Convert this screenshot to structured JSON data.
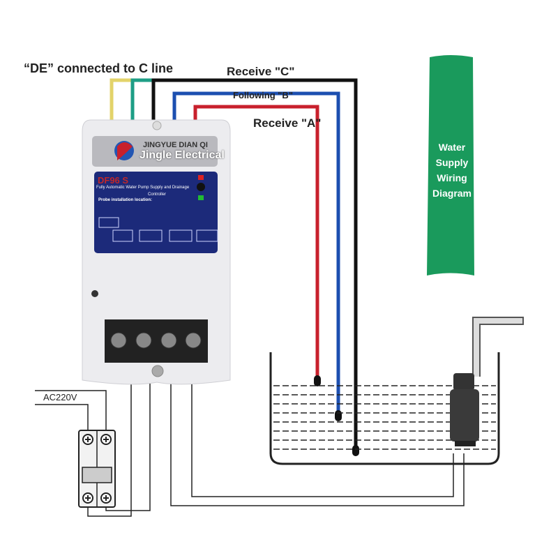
{
  "labels": {
    "de_note": "“DE” connected to C line",
    "receive_c": "Receive \"C\"",
    "following_b": "Following \"B\"",
    "receive_a": "Receive \"A\""
  },
  "banner": {
    "text": "Water Supply Wiring Diagram",
    "color": "#1a9a5c"
  },
  "controller": {
    "brand_pinyin": "JINGYUE DIAN QI",
    "brand": "Jingle Electrical",
    "model": "DF96 S",
    "description_line1": "Fully Automatic Water Pump Supply and Drainage",
    "description_line2": "Controller",
    "probe_label": "Probe installation location:"
  },
  "power": {
    "label": "AC220V"
  },
  "wire_colors": {
    "yellow": "#e3d36a",
    "green": "#1e9e86",
    "black": "#111111",
    "blue": "#1c4fb0",
    "red": "#c8202c"
  }
}
